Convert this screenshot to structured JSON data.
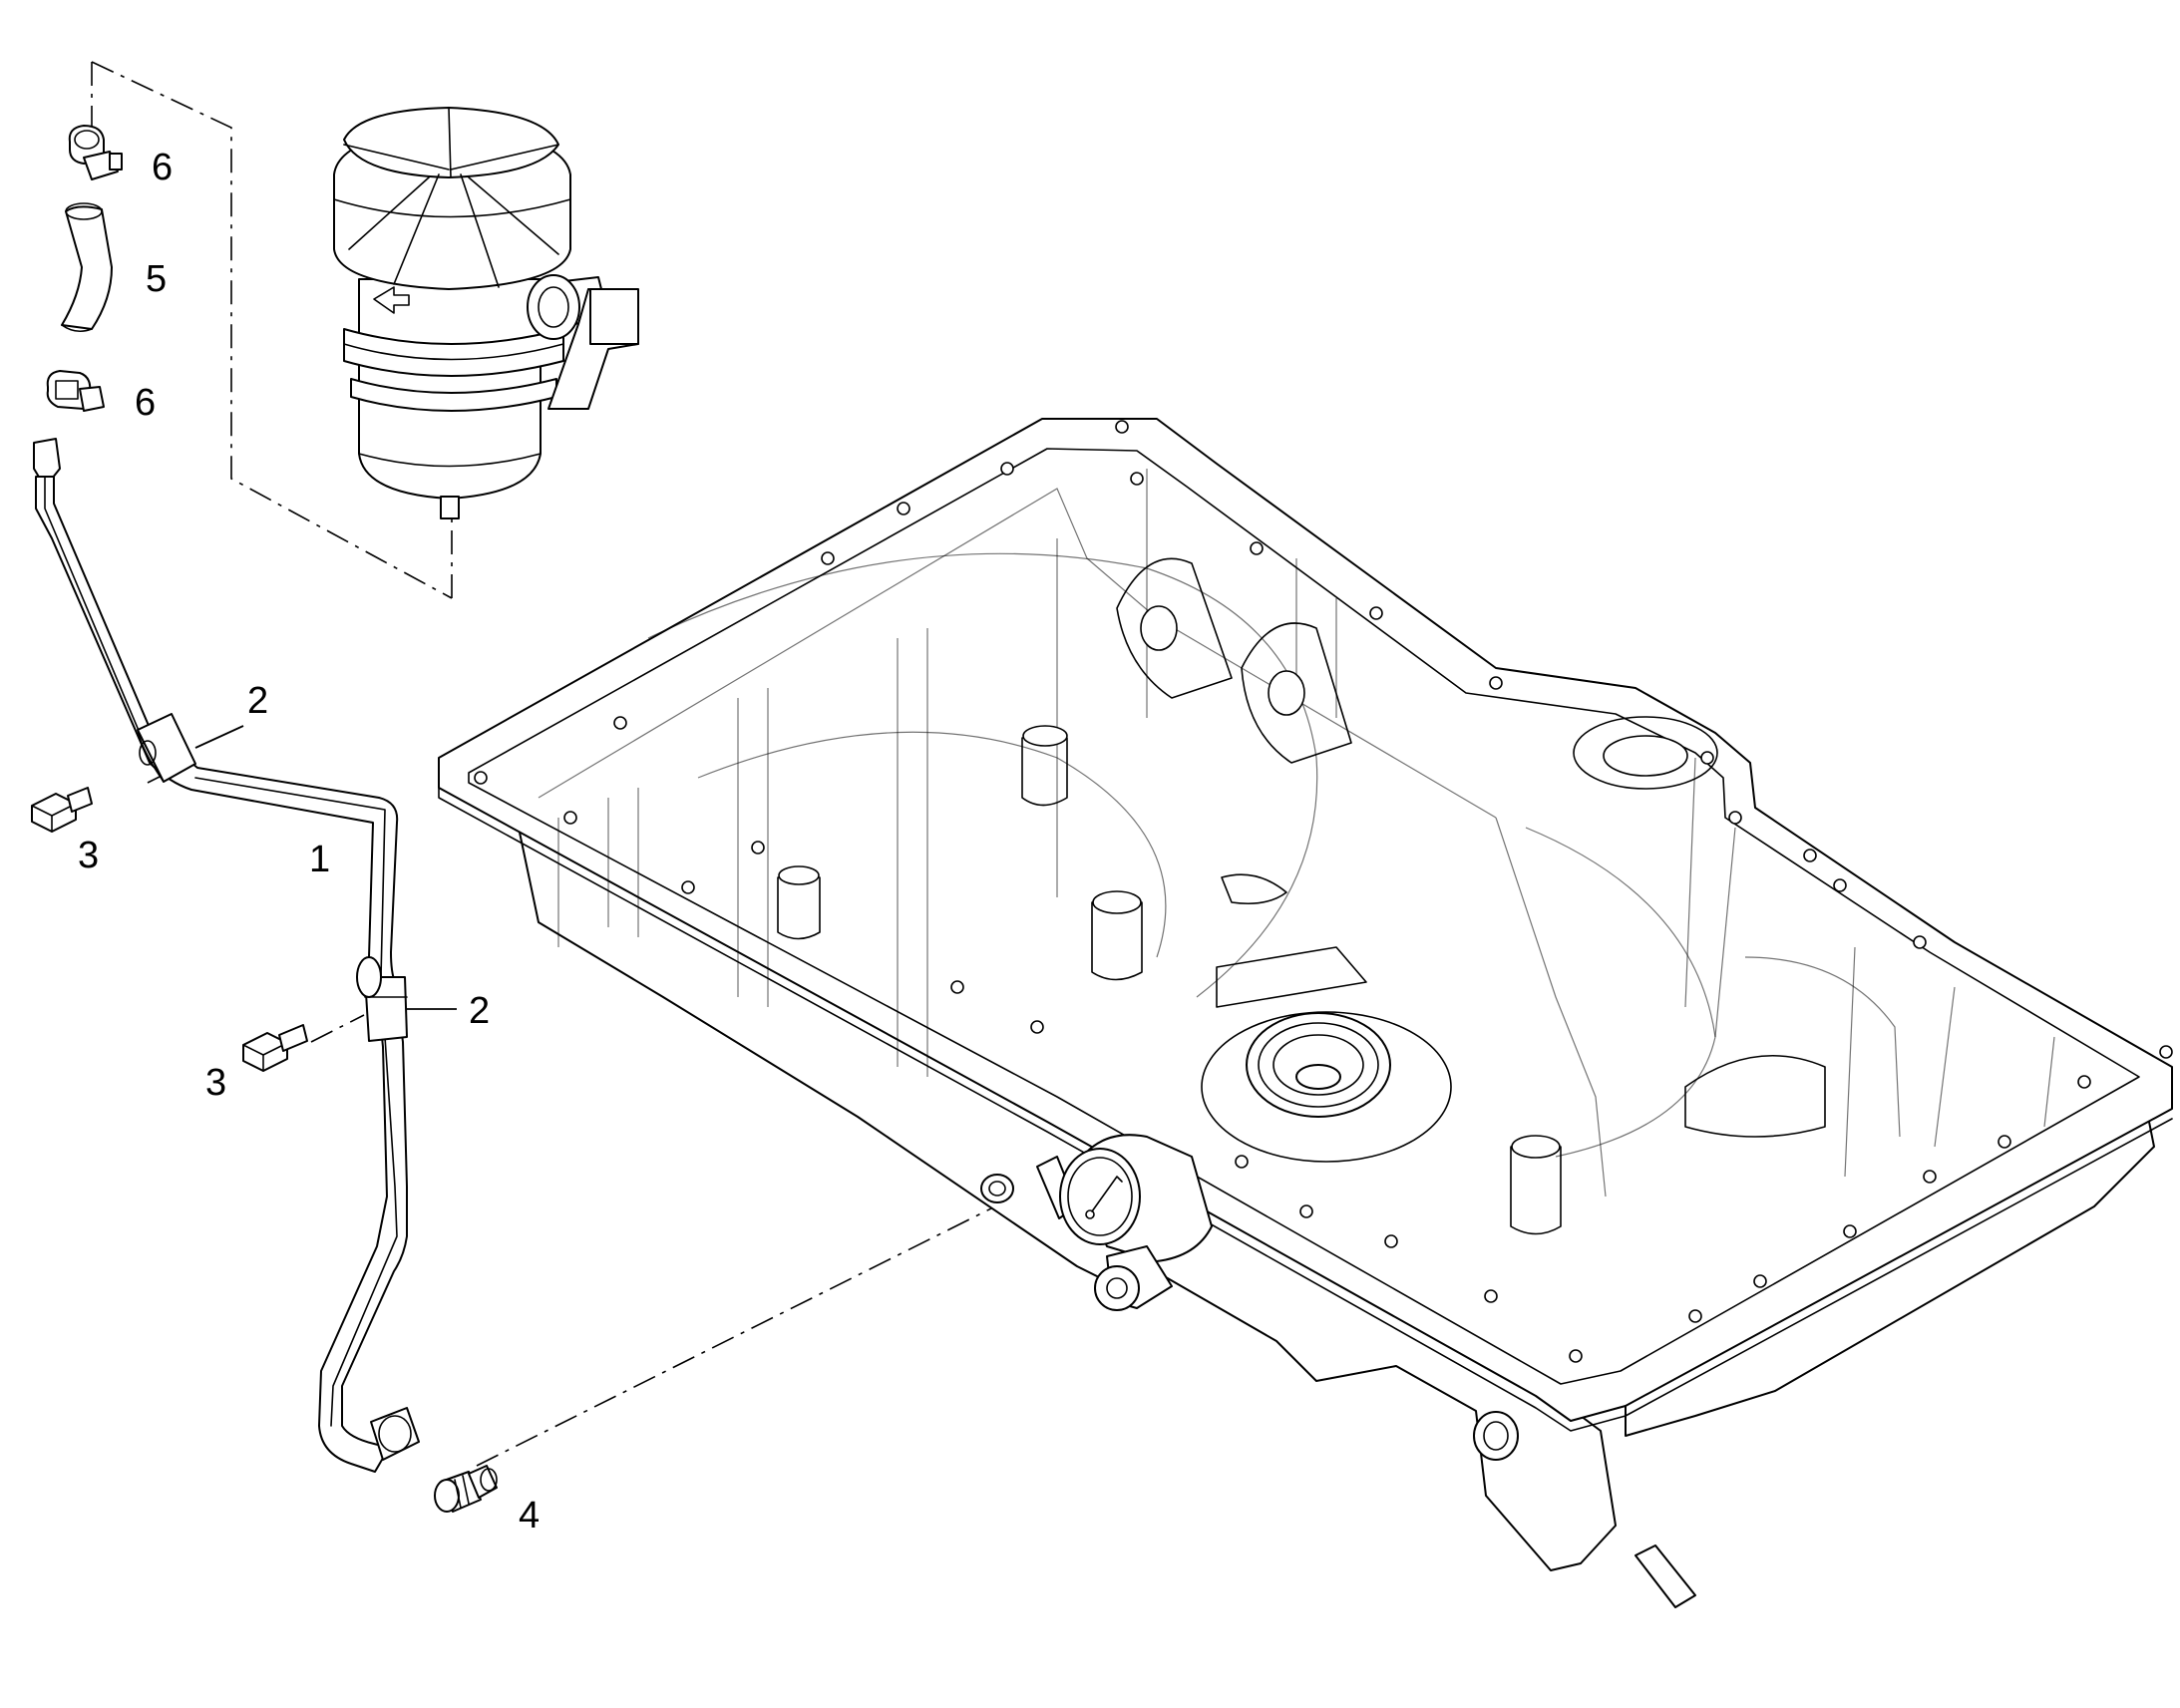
{
  "callouts": {
    "c6_top": "6",
    "c5": "5",
    "c6_bottom": "6",
    "c2_upper": "2",
    "c3_upper": "3",
    "c1": "1",
    "c2_lower": "2",
    "c3_lower": "3",
    "c4": "4"
  },
  "colors": {
    "line": "#000000",
    "background": "#ffffff"
  }
}
